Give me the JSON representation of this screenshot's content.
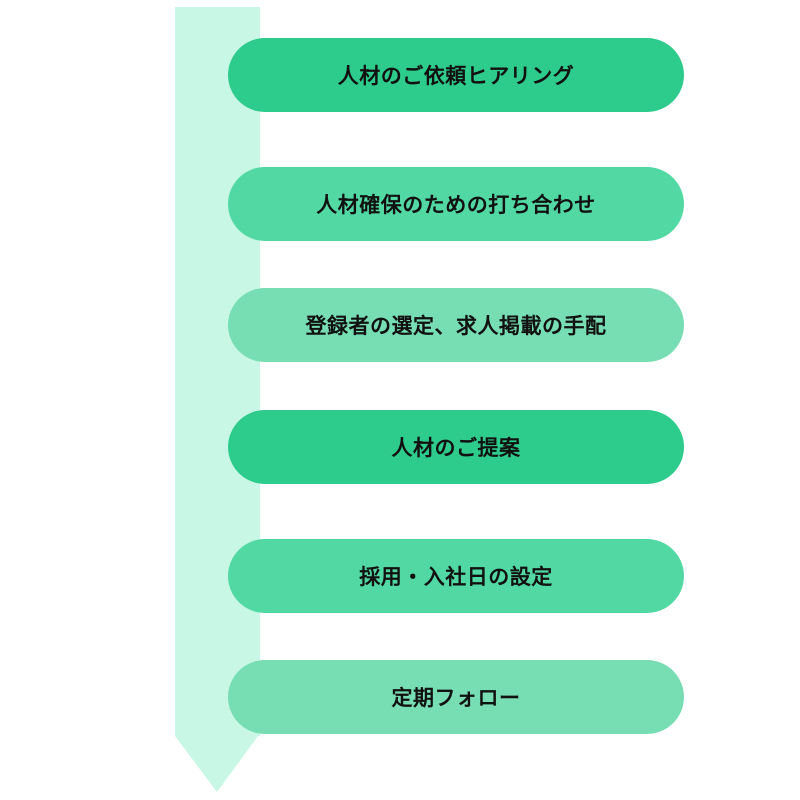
{
  "colors": {
    "arrow": "#C8F7E5",
    "step_dark": "#2ECC8C",
    "step_mid": "#52D9A3",
    "step_light": "#77DDB3"
  },
  "steps": [
    {
      "label": "人材のご依頼ヒアリング",
      "color": "#2ECC8C"
    },
    {
      "label": "人材確保のための打ち合わせ",
      "color": "#52D9A3"
    },
    {
      "label": "登録者の選定、求人掲載の手配",
      "color": "#77DDB3"
    },
    {
      "label": "人材のご提案",
      "color": "#2ECC8C"
    },
    {
      "label": "採用・入社日の設定",
      "color": "#52D9A3"
    },
    {
      "label": "定期フォロー",
      "color": "#77DDB3"
    }
  ]
}
